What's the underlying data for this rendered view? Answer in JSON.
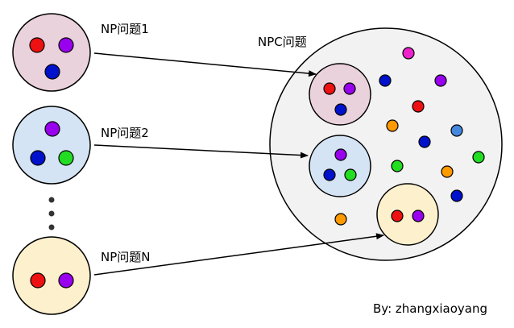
{
  "labels": {
    "np1": "NP问题1",
    "np2": "NP问题2",
    "npn": "NP问题N",
    "npc": "NPC问题"
  },
  "author": "By: zhangxiaoyang",
  "colors": {
    "red": "#ee1111",
    "purple": "#9900ee",
    "blue": "#0011cc",
    "green": "#22dd22",
    "orange": "#ff9900",
    "magenta": "#ee22cc",
    "lightblue": "#4488dd",
    "fill_pink": "#ead2dc",
    "fill_blue": "#d4e4f4",
    "fill_yellow": "#fdf0cc",
    "fill_npc": "#f2f2f2",
    "stroke": "#000000"
  }
}
